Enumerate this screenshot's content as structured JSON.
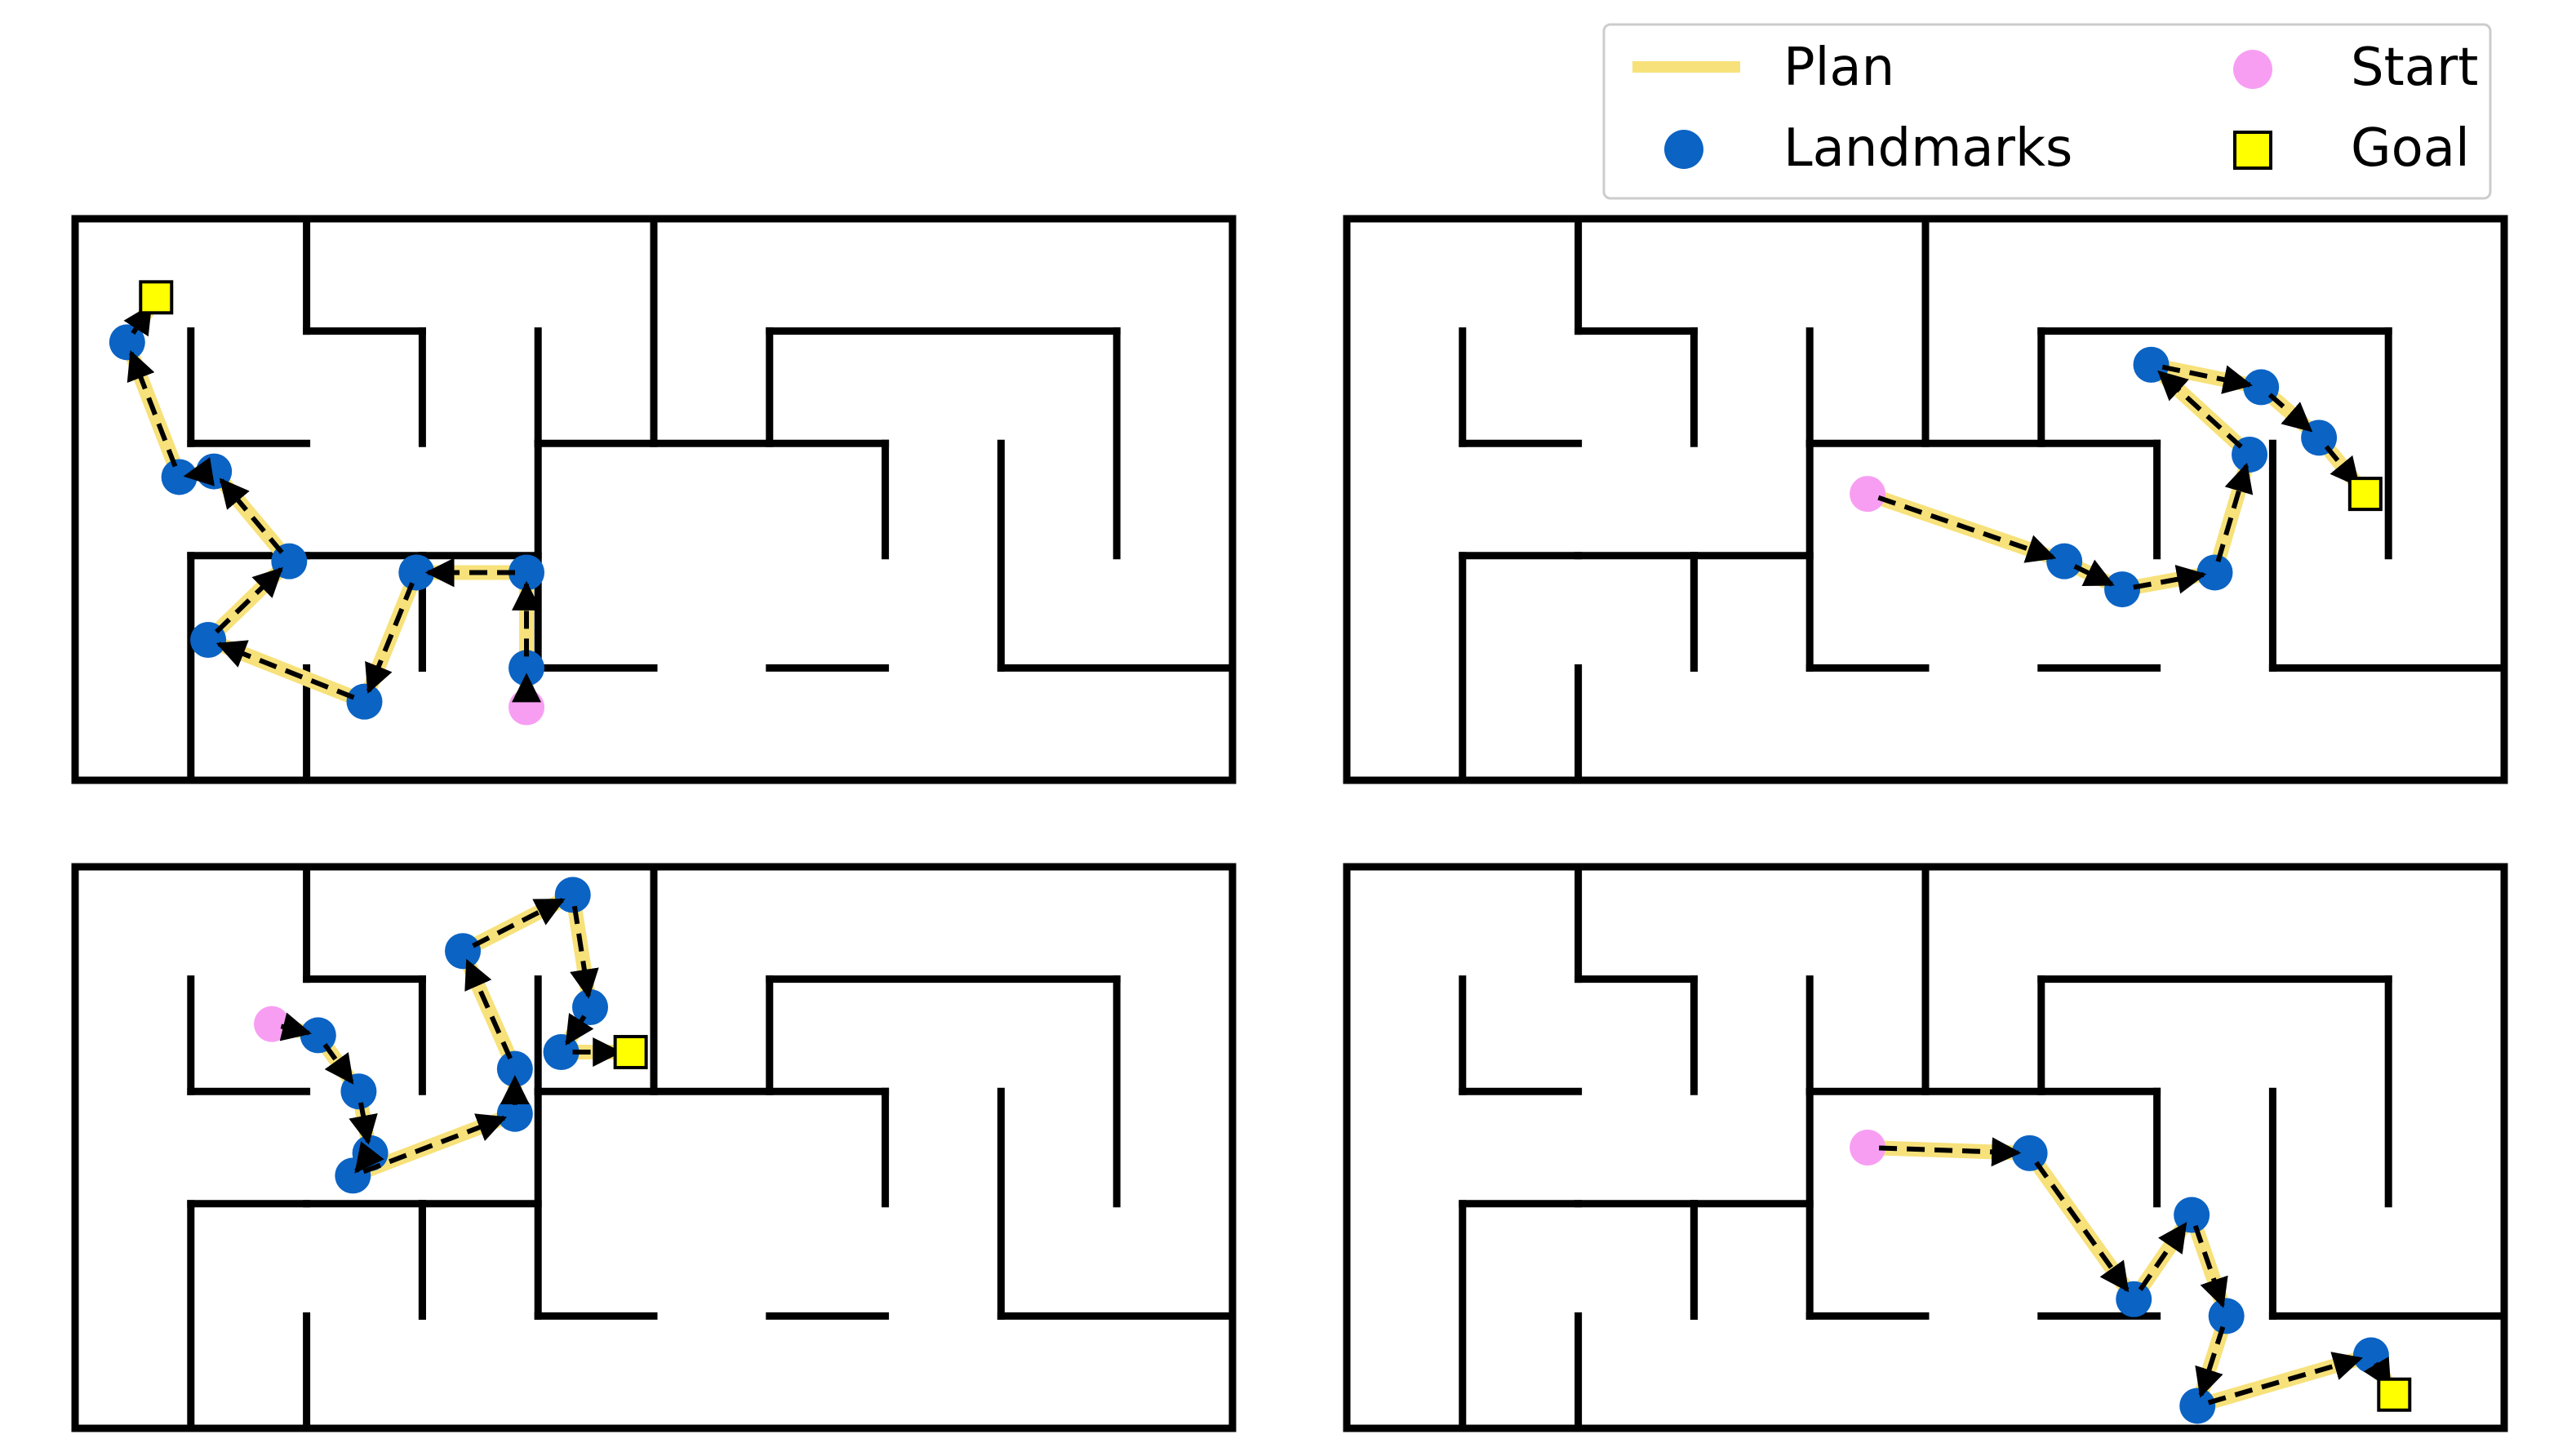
{
  "legend": {
    "entries": [
      {
        "label": "Plan",
        "marker": "line",
        "color": "#f7e17a"
      },
      {
        "label": "Landmarks",
        "marker": "circle",
        "color": "#0b63c4"
      },
      {
        "label": "Start",
        "marker": "circle",
        "color": "#f79ef2"
      },
      {
        "label": "Goal",
        "marker": "square",
        "color": "#ffff00"
      }
    ]
  },
  "colors": {
    "wall": "#000000",
    "plan": "#f7e17a",
    "landmark": "#0b63c4",
    "start": "#f79ef2",
    "goal": "#ffff00",
    "arrow": "#000000"
  },
  "maze": {
    "bounds": {
      "x": [
        0,
        10
      ],
      "y": [
        0,
        5
      ]
    },
    "walls": [
      [
        [
          0,
          0
        ],
        [
          10,
          0
        ]
      ],
      [
        [
          10,
          0
        ],
        [
          10,
          5
        ]
      ],
      [
        [
          10,
          5
        ],
        [
          0,
          5
        ]
      ],
      [
        [
          0,
          5
        ],
        [
          0,
          0
        ]
      ],
      [
        [
          1,
          0
        ],
        [
          1,
          2
        ]
      ],
      [
        [
          1,
          2
        ],
        [
          2,
          2
        ]
      ],
      [
        [
          1,
          3
        ],
        [
          1,
          4
        ]
      ],
      [
        [
          1,
          3
        ],
        [
          2,
          3
        ]
      ],
      [
        [
          2,
          0
        ],
        [
          2,
          1
        ]
      ],
      [
        [
          2,
          2
        ],
        [
          4,
          2
        ]
      ],
      [
        [
          2,
          4
        ],
        [
          2,
          5
        ]
      ],
      [
        [
          2,
          4
        ],
        [
          3,
          4
        ]
      ],
      [
        [
          3,
          1
        ],
        [
          3,
          2
        ]
      ],
      [
        [
          3,
          3
        ],
        [
          3,
          4
        ]
      ],
      [
        [
          3,
          2
        ],
        [
          3,
          1
        ]
      ],
      [
        [
          4,
          1
        ],
        [
          5,
          1
        ]
      ],
      [
        [
          4,
          1
        ],
        [
          4,
          3
        ]
      ],
      [
        [
          4,
          3
        ],
        [
          7,
          3
        ]
      ],
      [
        [
          4,
          4
        ],
        [
          4,
          3
        ]
      ],
      [
        [
          5,
          3
        ],
        [
          5,
          5
        ]
      ],
      [
        [
          6,
          1
        ],
        [
          7,
          1
        ]
      ],
      [
        [
          6,
          4
        ],
        [
          9,
          4
        ]
      ],
      [
        [
          6,
          4
        ],
        [
          6,
          3
        ]
      ],
      [
        [
          7,
          3
        ],
        [
          7,
          2
        ]
      ],
      [
        [
          8,
          1
        ],
        [
          10,
          1
        ]
      ],
      [
        [
          8,
          1
        ],
        [
          8,
          3
        ]
      ],
      [
        [
          9,
          2
        ],
        [
          9,
          4
        ]
      ]
    ]
  },
  "panels": [
    {
      "start": [
        3.9,
        0.65
      ],
      "goal": [
        0.7,
        4.3
      ],
      "landmarks": [
        [
          3.9,
          1.0
        ],
        [
          3.9,
          1.85
        ],
        [
          2.95,
          1.85
        ],
        [
          2.5,
          0.7
        ],
        [
          1.15,
          1.25
        ],
        [
          1.85,
          1.95
        ],
        [
          1.2,
          2.75
        ],
        [
          0.9,
          2.7
        ],
        [
          0.45,
          3.9
        ]
      ]
    },
    {
      "start": [
        4.5,
        2.55
      ],
      "goal": [
        8.8,
        2.55
      ],
      "landmarks": [
        [
          6.2,
          1.95
        ],
        [
          6.7,
          1.7
        ],
        [
          7.5,
          1.85
        ],
        [
          7.8,
          2.9
        ],
        [
          6.95,
          3.7
        ],
        [
          7.9,
          3.5
        ],
        [
          8.4,
          3.05
        ]
      ]
    },
    {
      "start": [
        1.7,
        3.6
      ],
      "goal": [
        4.8,
        3.35
      ],
      "landmarks": [
        [
          2.1,
          3.5
        ],
        [
          2.45,
          3.0
        ],
        [
          2.55,
          2.45
        ],
        [
          2.4,
          2.25
        ],
        [
          3.8,
          2.8
        ],
        [
          3.8,
          3.2
        ],
        [
          3.35,
          4.25
        ],
        [
          4.3,
          4.75
        ],
        [
          4.45,
          3.75
        ],
        [
          4.2,
          3.35
        ]
      ]
    },
    {
      "start": [
        4.5,
        2.5
      ],
      "goal": [
        9.05,
        0.3
      ],
      "landmarks": [
        [
          5.9,
          2.45
        ],
        [
          6.8,
          1.15
        ],
        [
          7.3,
          1.9
        ],
        [
          7.6,
          1.0
        ],
        [
          7.35,
          0.2
        ],
        [
          8.85,
          0.65
        ]
      ]
    }
  ]
}
